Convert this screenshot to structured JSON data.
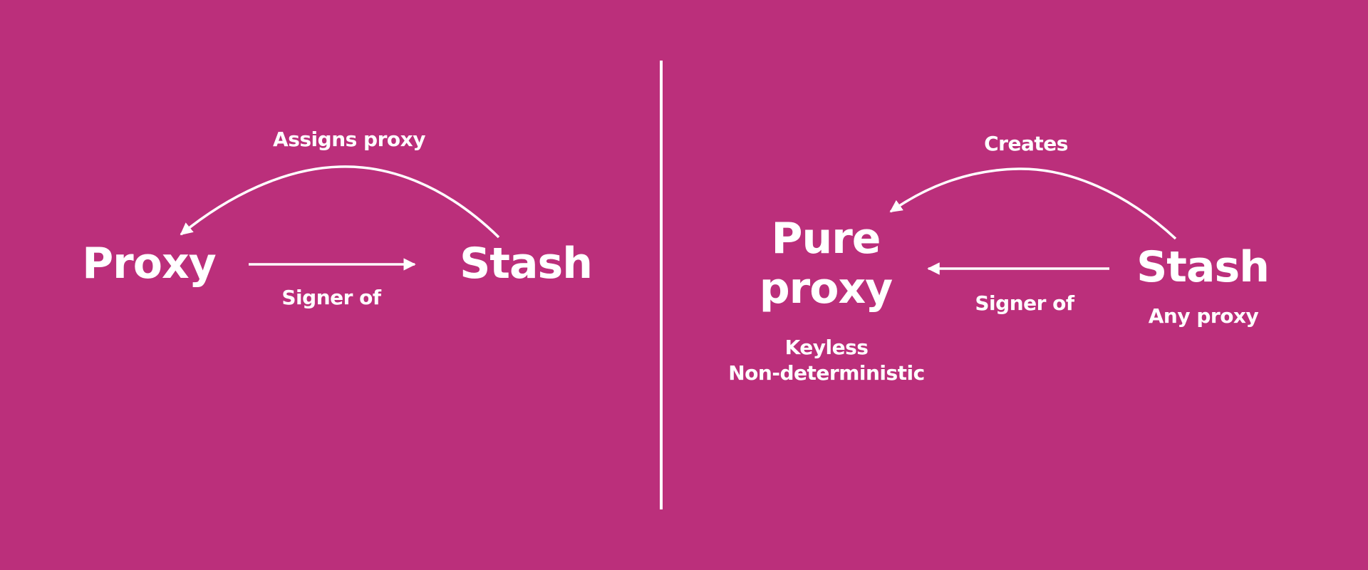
{
  "colors": {
    "background": "#BB2F7B",
    "foreground": "#FFFFFF"
  },
  "left_diagram": {
    "nodes": {
      "proxy": "Proxy",
      "stash": "Stash"
    },
    "edges": {
      "top_label": "Assigns proxy",
      "bottom_label": "Signer of"
    }
  },
  "right_diagram": {
    "nodes": {
      "pure_proxy_line1": "Pure",
      "pure_proxy_line2": "proxy",
      "stash": "Stash"
    },
    "edges": {
      "top_label": "Creates",
      "bottom_label": "Signer of"
    },
    "annotations": {
      "stash_note": "Any proxy",
      "pure_proxy_note_line1": "Keyless",
      "pure_proxy_note_line2": "Non-deterministic"
    }
  }
}
